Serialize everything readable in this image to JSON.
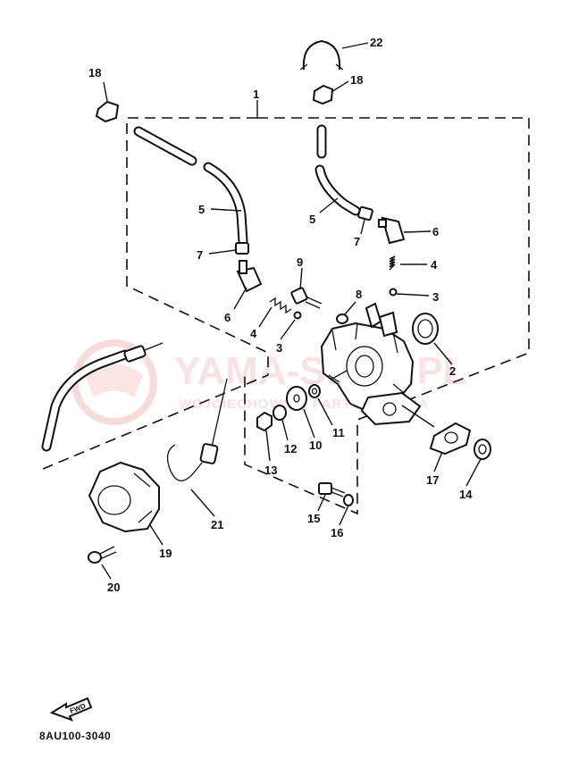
{
  "diagram_code": "8AU100-3040",
  "fwd_label": "FWD",
  "watermark": {
    "main": "YAMA-SHOP.PL",
    "sub": "WOJCIECHOWSKI PARTS YAMAHA"
  },
  "callouts": {
    "p1": "1",
    "p2": "2",
    "p3a": "3",
    "p3b": "3",
    "p4a": "4",
    "p4b": "4",
    "p5a": "5",
    "p5b": "5",
    "p6a": "6",
    "p6b": "6",
    "p7a": "7",
    "p7b": "7",
    "p8": "8",
    "p9": "9",
    "p10": "10",
    "p11": "11",
    "p12": "12",
    "p13": "13",
    "p14": "14",
    "p15": "15",
    "p16": "16",
    "p17": "17",
    "p18a": "18",
    "p18b": "18",
    "p19": "19",
    "p20": "20",
    "p21": "21",
    "p22": "22"
  }
}
